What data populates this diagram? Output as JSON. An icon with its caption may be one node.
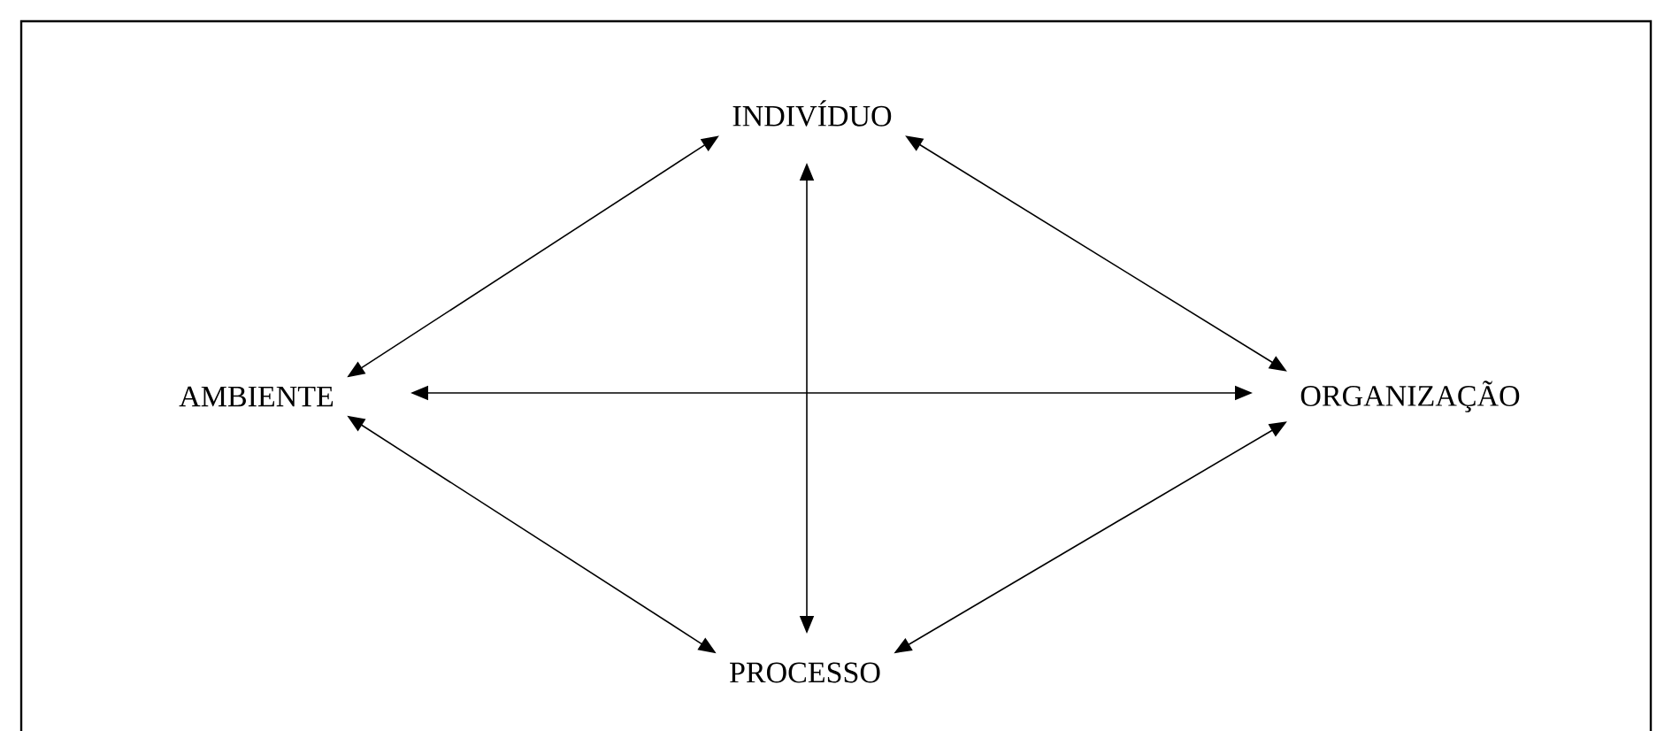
{
  "diagram": {
    "nodes": [
      {
        "text": [
          "INDIVÍDUO"
        ]
      },
      {
        "text": [
          "AMBIENTE"
        ]
      },
      {
        "text": [
          "ORGANIZAÇÃO"
        ]
      },
      {
        "text": [
          "PROCESSO"
        ]
      }
    ],
    "edges": [
      {
        "from": 0,
        "to": 3,
        "arrow": "both"
      },
      {
        "from": 1,
        "to": 2,
        "arrow": "both"
      },
      {
        "from": 0,
        "to": 1,
        "arrow": "both"
      },
      {
        "from": 0,
        "to": 2,
        "arrow": "both"
      },
      {
        "from": 1,
        "to": 3,
        "arrow": "both"
      },
      {
        "from": 2,
        "to": 3,
        "arrow": "both"
      }
    ]
  }
}
